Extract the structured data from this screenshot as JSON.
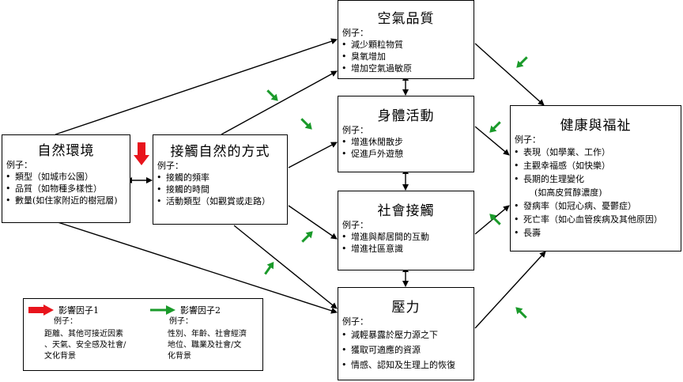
{
  "boxes": {
    "nature": {
      "title": "自然環境",
      "sub": "例子：",
      "items": [
        "類型（如城市公園）",
        "品質（如物種多樣性）",
        "數量(如住家附近的樹冠層)"
      ]
    },
    "exposure": {
      "title": "接觸自然的方式",
      "sub": "例子：",
      "items": [
        "接觸的頻率",
        "接觸的時間",
        "活動類型（如觀賞或走路）"
      ]
    },
    "air": {
      "title": "空氣品質",
      "sub": "例子：",
      "items": [
        "減少顆粒物質",
        "臭氧增加",
        "增加空氣過敏原"
      ]
    },
    "physical": {
      "title": "身體活動",
      "sub": "例子：",
      "items": [
        "增進休閒散步",
        "促進戶外遊憩"
      ]
    },
    "social": {
      "title": "社會接觸",
      "sub": "例子：",
      "items": [
        "增進與鄰居間的互動",
        "增進社區意識"
      ]
    },
    "stress": {
      "title": "壓力",
      "sub": "例子：",
      "items": [
        "減輕暴露於壓力源之下",
        "獲取可適應的資源",
        "情感、認知及生理上的恢復"
      ]
    },
    "health": {
      "title": "健康與福祉",
      "sub": "例子：",
      "items": [
        "表現（如學業、工作）",
        "主觀幸福感（如快樂）",
        "長期的生理變化",
        "發病率（如冠心病、憂鬱症）",
        "死亡率（如心血管疾病及其他原因）",
        "長壽"
      ],
      "continuation": "(如高皮質醇濃度)"
    }
  },
  "legend": {
    "factor1": {
      "label": "影響因子1",
      "sub": "例子：",
      "text": [
        "距離、其他可接近因素",
        "、天氣、安全感及社會/",
        "文化背景"
      ]
    },
    "factor2": {
      "label": "影響因子2",
      "sub": "例子：",
      "text": [
        "性別、年齡、社會經濟",
        "地位、職業及社會/文",
        "化背景"
      ]
    }
  },
  "colors": {
    "factor1": "#e8141c",
    "factor2": "#1a9a2a",
    "line": "#000000"
  },
  "icons": {
    "factor1": "thick-red-arrow-icon",
    "factor2": "green-arrow-icon"
  }
}
